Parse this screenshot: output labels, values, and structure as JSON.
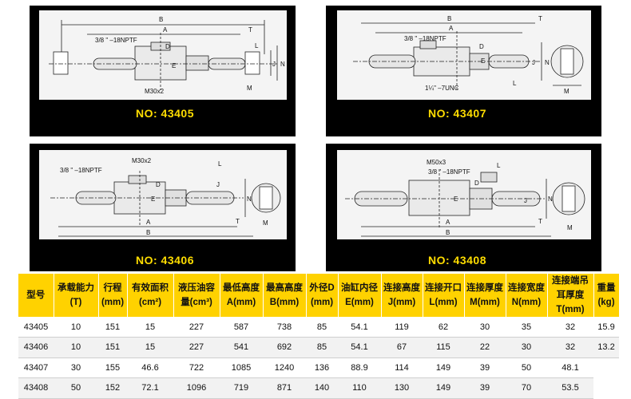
{
  "drawings": [
    {
      "model_label": "NO: 43405",
      "dims": {
        "b": "B",
        "a": "A",
        "t": "T",
        "d": "D",
        "e": "E",
        "j": "J",
        "l": "L",
        "n": "N",
        "m": "M",
        "port": "3/8 \" –18NPTF",
        "thread": "M30x2"
      }
    },
    {
      "model_label": "NO: 43407",
      "dims": {
        "b": "B",
        "a": "A",
        "t": "T",
        "d": "D",
        "e": "E",
        "j": "J",
        "l": "L",
        "n": "N",
        "m": "M",
        "port": "3/8 \" –18NPTF",
        "thread": "1¼\" –7UNC"
      }
    },
    {
      "model_label": "NO: 43406",
      "dims": {
        "b": "B",
        "a": "A",
        "t": "T",
        "d": "D",
        "e": "E",
        "j": "J",
        "l": "L",
        "n": "N",
        "m": "M",
        "port": "3/8 \" –18NPTF",
        "thread": "M30x2"
      }
    },
    {
      "model_label": "NO: 43408",
      "dims": {
        "b": "B",
        "a": "A",
        "t": "T",
        "d": "D",
        "e": "E",
        "j": "J",
        "l": "L",
        "n": "N",
        "m": "M",
        "port": "3/8 \" –18NPTF",
        "thread": "M50x3"
      }
    }
  ],
  "table": {
    "headers": [
      [
        "型号"
      ],
      [
        "承载能力",
        "(T)"
      ],
      [
        "行程",
        "(mm)"
      ],
      [
        "有效面积",
        "(cm²)"
      ],
      [
        "液压油容",
        "量(cm³)"
      ],
      [
        "最低高度",
        "A(mm)"
      ],
      [
        "最高高度",
        "B(mm)"
      ],
      [
        "外径D",
        "(mm)"
      ],
      [
        "油缸内径",
        "E(mm)"
      ],
      [
        "连接高度",
        "J(mm)"
      ],
      [
        "连接开口",
        "L(mm)"
      ],
      [
        "连接厚度",
        "M(mm)"
      ],
      [
        "连接宽度",
        "N(mm)"
      ],
      [
        "连接端吊",
        "耳厚度",
        "T(mm)"
      ],
      [
        "重量",
        "(kg)"
      ]
    ],
    "rows": [
      [
        "43405",
        "10",
        "151",
        "15",
        "227",
        "587",
        "738",
        "85",
        "54.1",
        "119",
        "62",
        "30",
        "35",
        "32",
        "15.9"
      ],
      [
        "43406",
        "10",
        "151",
        "15",
        "227",
        "541",
        "692",
        "85",
        "54.1",
        "67",
        "115",
        "22",
        "30",
        "32",
        "13.2"
      ],
      [
        "43407",
        "30",
        "155",
        "46.6",
        "722",
        "1085",
        "1240",
        "136",
        "88.9",
        "114",
        "149",
        "39",
        "50",
        "48.1"
      ],
      [
        "43408",
        "50",
        "152",
        "72.1",
        "1096",
        "719",
        "871",
        "140",
        "110",
        "130",
        "149",
        "39",
        "70",
        "53.5"
      ]
    ]
  },
  "colors": {
    "panel": "#000000",
    "header": "#ffd200",
    "label": "#ffdd00"
  }
}
